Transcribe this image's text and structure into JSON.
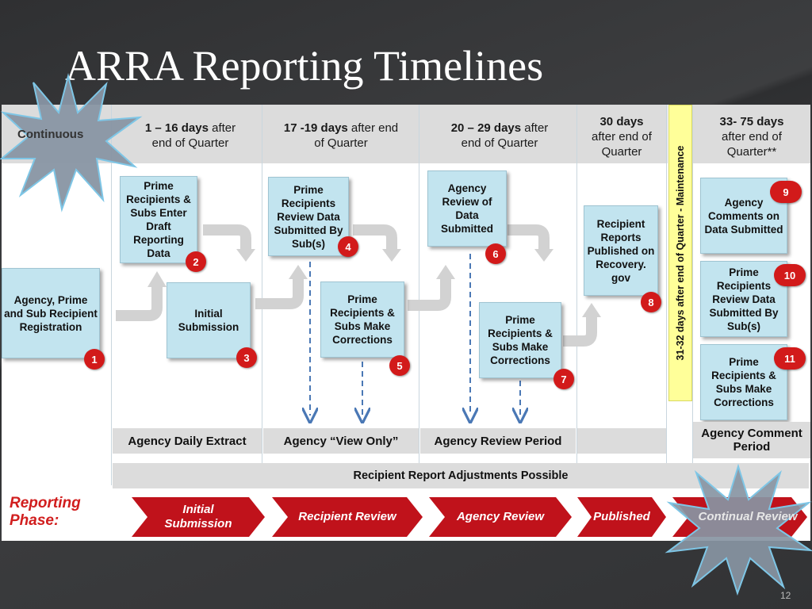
{
  "title": "ARRA Reporting Timelines",
  "continuous_label": "Continuous",
  "headers": [
    {
      "bold": "1 – 16 days",
      "rest": "after",
      "line2": "end of Quarter"
    },
    {
      "bold": "17 -19 days",
      "rest": "after end",
      "line2": "of Quarter"
    },
    {
      "bold": "20 – 29 days",
      "rest": "after",
      "line2": "end of Quarter"
    },
    {
      "bold": "30 days",
      "rest": "after end of",
      "line2": "Quarter"
    },
    {
      "bold": "33- 75 days",
      "rest": "after end of",
      "line2": "Quarter**"
    }
  ],
  "maintenance_label": "31-32 days after end of Quarter - Maintenance",
  "boxes": {
    "b1": "Agency, Prime and Sub Recipient Registration",
    "b2": "Prime Recipients & Subs Enter Draft Reporting Data",
    "b3": "Initial Submission",
    "b4": "Prime Recipients Review Data Submitted By Sub(s)",
    "b5": "Prime Recipients & Subs Make Corrections",
    "b6": "Agency Review of Data Submitted",
    "b7": "Prime Recipients & Subs Make Corrections",
    "b8": "Recipient Reports Published on Recovery. gov",
    "b9": "Agency Comments on Data Submitted",
    "b10": "Prime Recipients Review Data Submitted By Sub(s)",
    "b11": "Prime Recipients & Subs Make Corrections"
  },
  "badges": [
    "1",
    "2",
    "3",
    "4",
    "5",
    "6",
    "7",
    "8",
    "9",
    "10",
    "11"
  ],
  "periods": {
    "daily": "Agency Daily Extract",
    "view": "Agency “View Only”",
    "review": "Agency Review Period",
    "comment": "Agency Comment Period"
  },
  "adjustments": "Recipient Report Adjustments Possible",
  "phase_label": "Reporting Phase:",
  "phases": [
    "Initial Submission",
    "Recipient Review",
    "Agency Review",
    "Published",
    "Continual Review"
  ],
  "page_number": "12",
  "colors": {
    "box": "#c2e4ef",
    "badge": "#d21a1a",
    "chevron": "#c0121b",
    "highlight": "#ffff99"
  }
}
